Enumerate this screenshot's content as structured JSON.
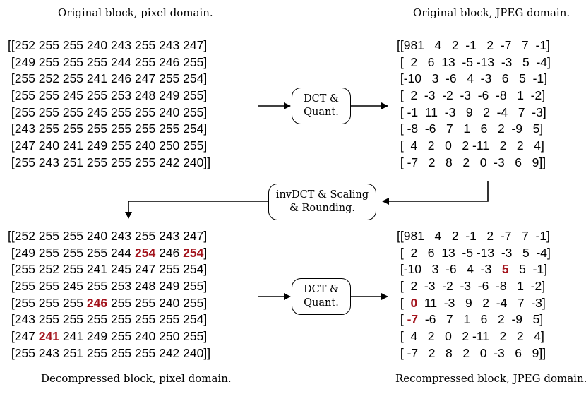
{
  "captions": {
    "top_left": "Original block, pixel domain.",
    "top_right": "Original block, JPEG domain.",
    "bottom_left": "Decompressed block, pixel domain.",
    "bottom_right": "Recompressed block, JPEG domain."
  },
  "boxes": {
    "dct_top": [
      "DCT &",
      "Quant."
    ],
    "inv": [
      "invDCT & Scaling",
      "& Rounding."
    ],
    "dct_bottom": [
      "DCT &",
      "Quant."
    ]
  },
  "highlight_color": "#a3131c",
  "matrices": {
    "original_pixel": [
      "[[252 255 255 240 243 255 243 247]",
      " [249 255 255 255 244 255 246 255]",
      " [255 252 255 241 246 247 255 254]",
      " [255 255 245 255 253 248 249 255]",
      " [255 255 255 245 255 255 240 255]",
      " [243 255 255 255 255 255 255 254]",
      " [247 240 241 249 255 240 250 255]",
      " [255 243 251 255 255 255 242 240]]"
    ],
    "original_jpeg": [
      "[[981   4   2  -1   2  -7   7  -1]",
      " [  2   6  13  -5 -13  -3   5  -4]",
      " [-10   3  -6   4  -3   6   5  -1]",
      " [  2  -3  -2  -3  -6  -8   1  -2]",
      " [ -1  11  -3   9   2  -4   7  -3]",
      " [ -8  -6   7   1   6   2  -9   5]",
      " [  4   2   0   2 -11   2   2   4]",
      " [ -7   2   8   2   0  -3   6   9]]"
    ],
    "decompressed_pixel": [
      "[[252 255 255 240 243 255 243 247]",
      " [249 255 255 255 244 {254} 246 {254}]",
      " [255 252 255 241 245 247 255 254]",
      " [255 255 245 255 253 248 249 255]",
      " [255 255 255 {246} 255 255 240 255]",
      " [243 255 255 255 255 255 255 254]",
      " [247 {241} 241 249 255 240 250 255]",
      " [255 243 251 255 255 255 242 240]]"
    ],
    "recompressed_jpeg": [
      "[[981   4   2  -1   2  -7   7  -1]",
      " [  2   6  13  -5 -13  -3   5  -4]",
      " [-10   3  -6   4  -3   {5}   5  -1]",
      " [  2  -3  -2  -3  -6  -8   1  -2]",
      " [  {0}  11  -3   9   2  -4   7  -3]",
      " [ {-7}  -6   7   1   6   2  -9   5]",
      " [  4   2   0   2 -11   2   2   4]",
      " [ -7   2   8   2   0  -3   6   9]]"
    ]
  }
}
